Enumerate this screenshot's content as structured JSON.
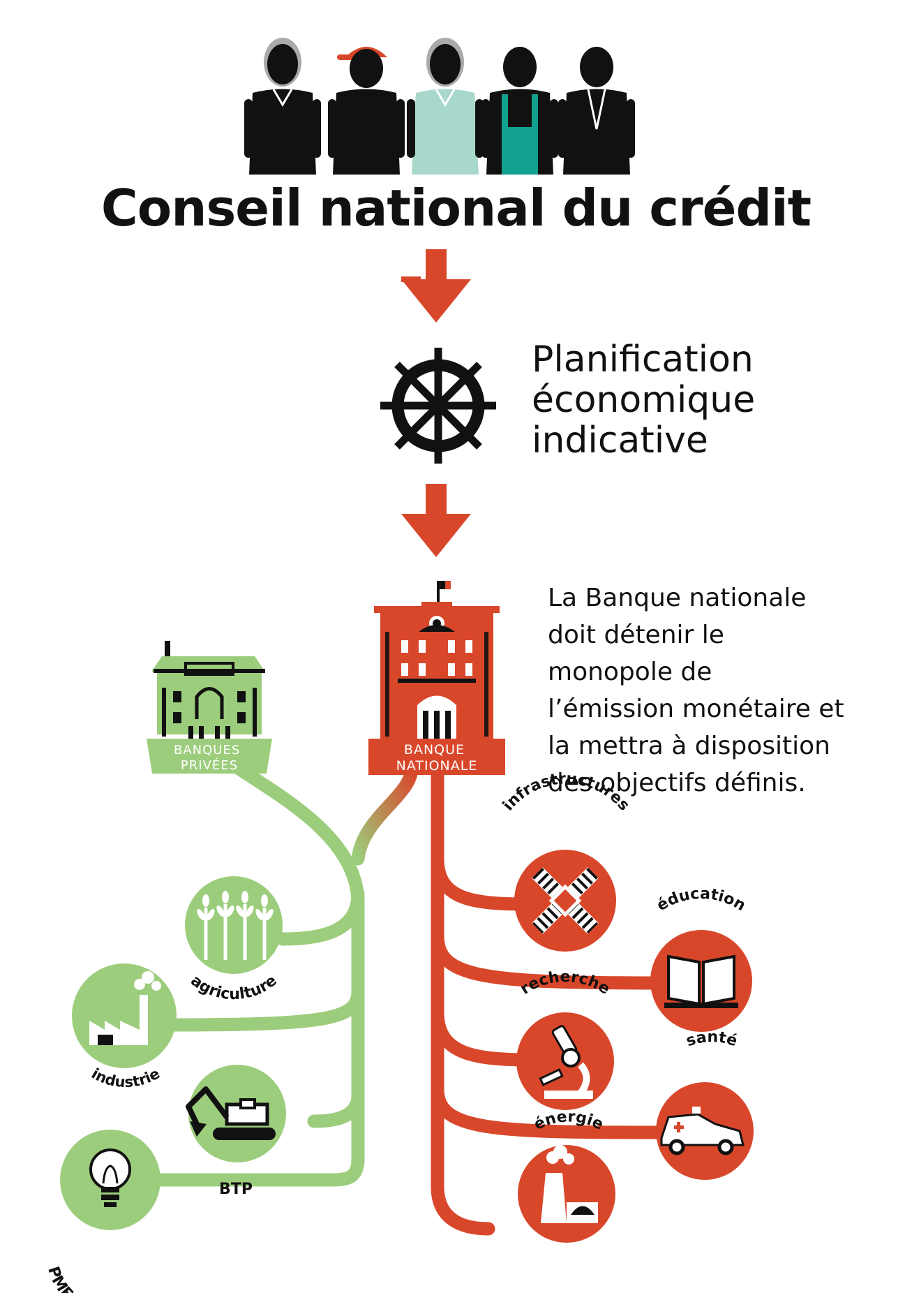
{
  "title": "Conseil national du crédit",
  "planification": [
    "Planification",
    "économique",
    "indicative"
  ],
  "banque_note": [
    "La Banque nationale",
    "doit détenir le",
    "monopole de",
    "l’émission monétaire et",
    "la mettra à disposition",
    "des objectifs définis."
  ],
  "banks": {
    "private": [
      "BANQUES",
      "PRIVÉES"
    ],
    "national": [
      "BANQUE",
      "NATIONALE"
    ]
  },
  "private_sectors": {
    "agriculture": "agriculture",
    "industrie": "industrie",
    "btp": "BTP",
    "pme": "PME innovantes"
  },
  "public_sectors": {
    "infrastructures": "infrastructures",
    "education": "éducation",
    "recherche": "recherche",
    "sante": "santé",
    "energie": "énergie"
  },
  "colors": {
    "orange": "#d9472b",
    "green": "#9ccd7c",
    "black": "#111111",
    "mint": "#a8d8cc",
    "teal": "#12a28f"
  }
}
